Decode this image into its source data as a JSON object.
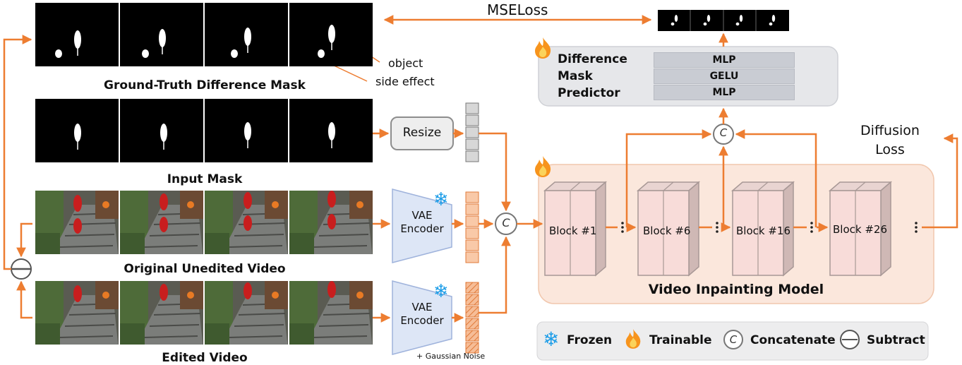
{
  "rows": {
    "gt_mask": {
      "caption": "Ground-Truth Difference Mask"
    },
    "input_mask": {
      "caption": "Input Mask"
    },
    "original_video": {
      "caption": "Original Unedited Video"
    },
    "edited_video": {
      "caption": "Edited Video"
    }
  },
  "annotations": {
    "object": "object",
    "side_effect": "side effect"
  },
  "losses": {
    "mse": "MSELoss",
    "diffusion": "Diffusion\nLoss"
  },
  "resize": {
    "label": "Resize"
  },
  "encoders": [
    {
      "label": "VAE\nEncoder"
    },
    {
      "label": "VAE\nEncoder"
    }
  ],
  "noise_note": "+ Gaussian Noise",
  "predictor": {
    "label_lines": [
      "Difference",
      "Mask",
      "Predictor"
    ],
    "layers": [
      "MLP",
      "GELU",
      "MLP"
    ]
  },
  "model": {
    "title": "Video Inpainting Model",
    "blocks": [
      "Block #1",
      "Block #6",
      "Block #16",
      "Block #26"
    ]
  },
  "ops": {
    "concat_symbol": "C"
  },
  "legend": {
    "frozen": "Frozen",
    "trainable": "Trainable",
    "concatenate": "Concatenate",
    "subtract": "Subtract"
  },
  "colors": {
    "arrow": "#ed7d31",
    "frozen": "#1f9ee8",
    "flame_outer": "#f7941d",
    "flame_inner": "#fbd35b",
    "model_bg": "#fbe7dc",
    "predictor_bg": "#e6e7ea",
    "block_face": "#f8dcd9"
  }
}
